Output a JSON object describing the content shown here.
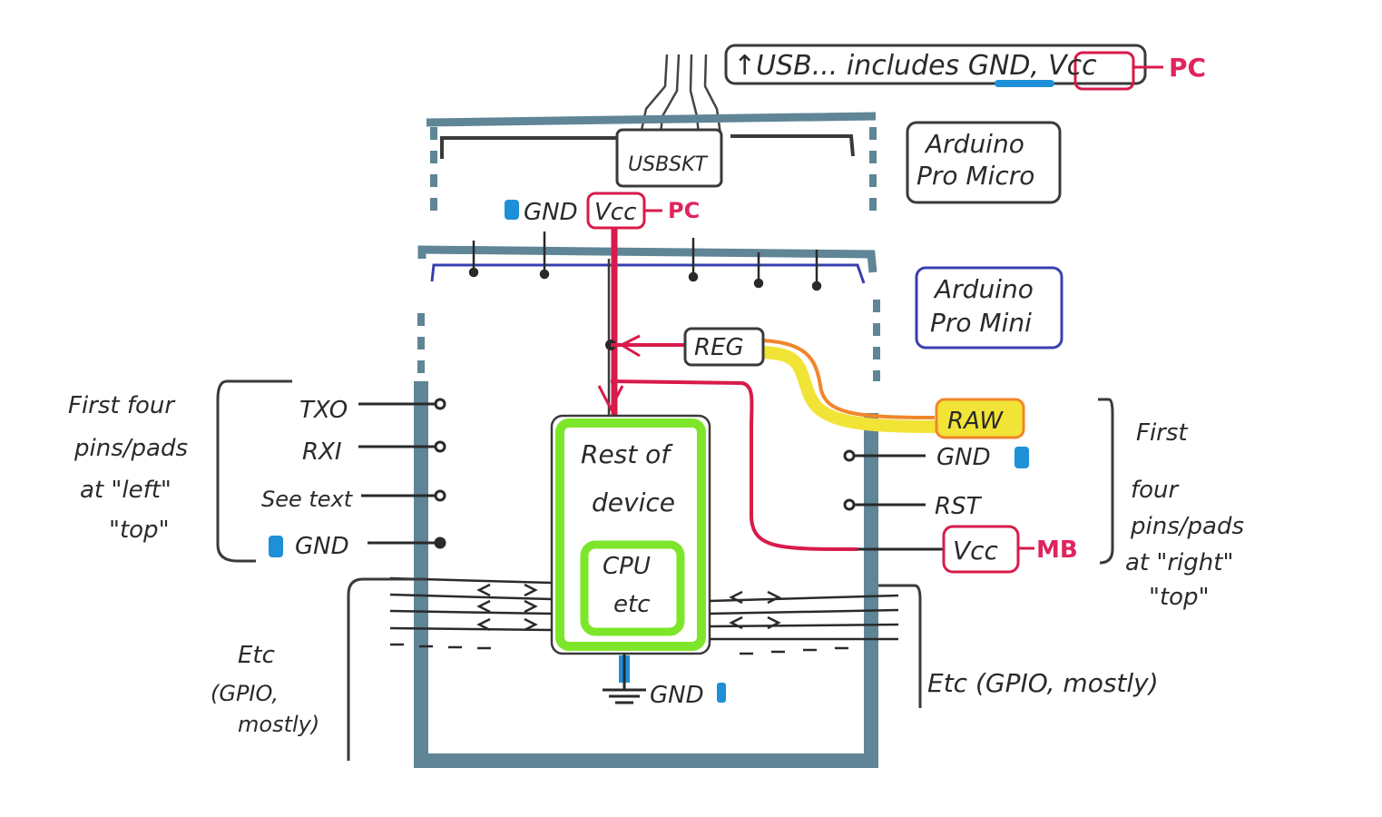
{
  "usb": {
    "arrow": "↑",
    "prefix": "USB... includes ",
    "gnd": "GND",
    "comma": ",",
    "vcc": "Vcc",
    "source": "PC"
  },
  "labels": {
    "usb_socket": "USBSKT",
    "pro_micro_line1": "Arduino",
    "pro_micro_line2": "Pro Micro",
    "pro_mini_line1": "Arduino",
    "pro_mini_line2": "Pro Mini",
    "top_gnd": "GND",
    "top_vcc": "Vcc",
    "top_vcc_source": "PC",
    "regulator": "REG",
    "rest_line1": "Rest of",
    "rest_line2": "device",
    "cpu_line1": "CPU",
    "cpu_line2": "etc",
    "bottom_gnd": "GND"
  },
  "left_pins": [
    "TXO",
    "RXI",
    "See text",
    "GND"
  ],
  "left_note": [
    "First four",
    "pins/pads",
    "at \"left\"",
    "\"top\""
  ],
  "left_etc": [
    "Etc",
    "(GPIO,",
    "mostly)"
  ],
  "right_pins": {
    "raw": "RAW",
    "gnd": "GND",
    "rst": "RST",
    "vcc": "Vcc",
    "vcc_source": "MB"
  },
  "right_note": [
    "First",
    "four",
    "pins/pads",
    "at \"right\"",
    "\"top\""
  ],
  "right_etc": "Etc (GPIO, mostly)",
  "colors": {
    "board": "#5f8596",
    "pcb_outline": "#3a3a3a",
    "pro_mini_wire": "#3a3fb0",
    "power": "#d81b4a",
    "raw_yellow": "#f2e436",
    "raw_orange": "#f0862a",
    "cpu_green": "#7ee62a",
    "gnd_blue": "#1e90d8",
    "ink": "#2a2a2a"
  }
}
